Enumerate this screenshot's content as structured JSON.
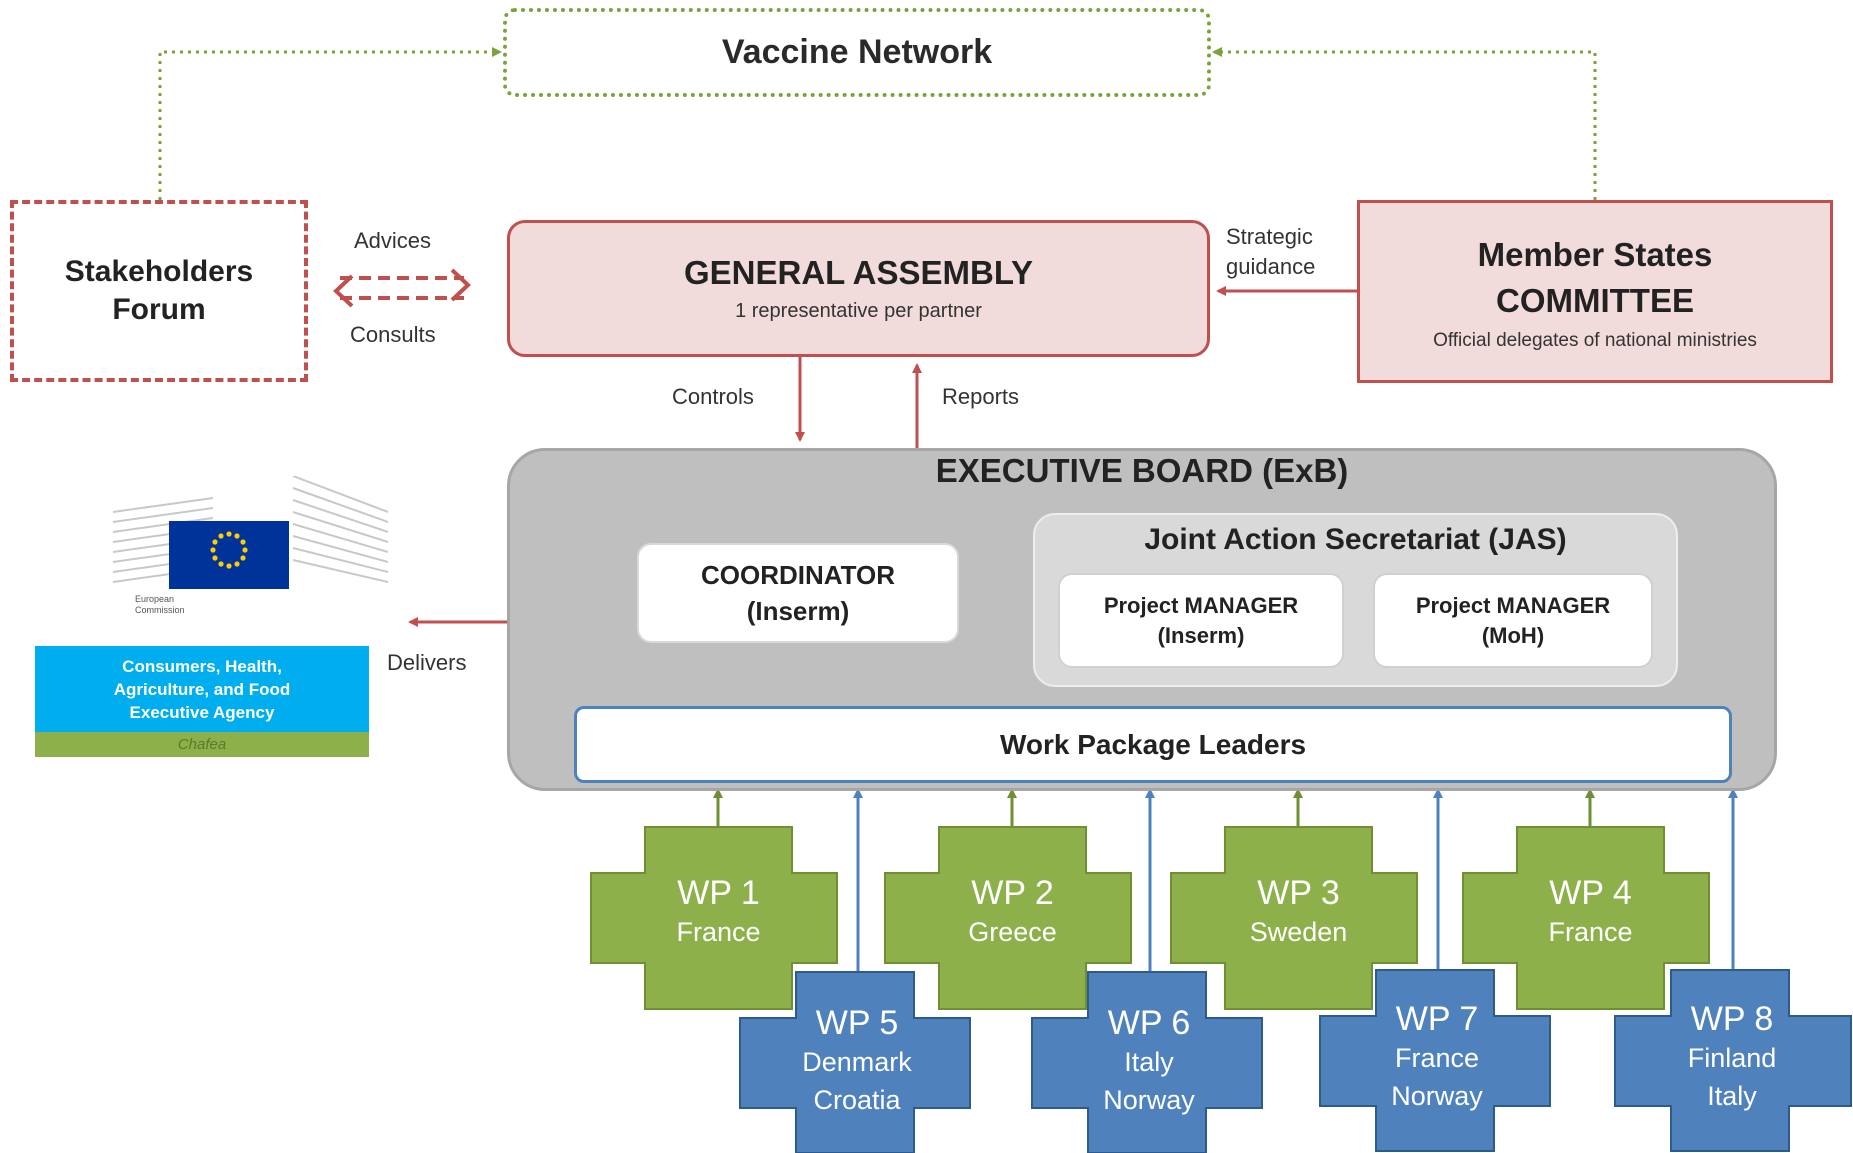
{
  "top": {
    "vaccine_network": "Vaccine Network"
  },
  "stakeholders_forum": {
    "line1": "Stakeholders",
    "line2": "Forum"
  },
  "general_assembly": {
    "title": "GENERAL ASSEMBLY",
    "subtitle": "1 representative per partner"
  },
  "member_states_committee": {
    "line1": "Member States",
    "line2": "COMMITTEE",
    "subtitle": "Official delegates of national ministries"
  },
  "relations": {
    "advices": "Advices",
    "consults": "Consults",
    "strategic_line1": "Strategic",
    "strategic_line2": "guidance",
    "controls": "Controls",
    "reports": "Reports",
    "delivers": "Delivers"
  },
  "executive_board": {
    "title": "EXECUTIVE BOARD (ExB)",
    "coordinator": {
      "line1": "COORDINATOR",
      "line2": "(Inserm)"
    },
    "jas": {
      "title": "Joint Action Secretariat (JAS)",
      "managers": [
        {
          "line1": "Project MANAGER",
          "line2": "(Inserm)"
        },
        {
          "line1": "Project MANAGER",
          "line2": "(MoH)"
        }
      ]
    },
    "wp_leaders": "Work Package Leaders"
  },
  "ec_logo": {
    "small_text_line1": "European",
    "small_text_line2": "Commission",
    "chafea_line1": "Consumers, Health,",
    "chafea_line2": "Agriculture, and Food",
    "chafea_line3": "Executive Agency",
    "chafea_abbrev": "Chafea"
  },
  "work_packages": [
    {
      "number": "WP 1",
      "countries": [
        "France"
      ],
      "color": "#8db04a"
    },
    {
      "number": "WP 2",
      "countries": [
        "Greece"
      ],
      "color": "#8db04a"
    },
    {
      "number": "WP 3",
      "countries": [
        "Sweden"
      ],
      "color": "#8db04a"
    },
    {
      "number": "WP 4",
      "countries": [
        "France"
      ],
      "color": "#8db04a"
    },
    {
      "number": "WP 5",
      "countries": [
        "Denmark",
        "Croatia"
      ],
      "color": "#4f81bd"
    },
    {
      "number": "WP 6",
      "countries": [
        "Italy",
        "Norway"
      ],
      "color": "#4f81bd"
    },
    {
      "number": "WP 7",
      "countries": [
        "France",
        "Norway"
      ],
      "color": "#4f81bd"
    },
    {
      "number": "WP 8",
      "countries": [
        "Finland",
        "Italy"
      ],
      "color": "#4f81bd"
    }
  ],
  "colors": {
    "red": "#c0504d",
    "pink_fill": "#f2dcdb",
    "green": "#8db04a",
    "dotted_green": "#7aa33b",
    "blue": "#4f81bd",
    "blue_border": "#2e5c8a",
    "green_border": "#6e8f34",
    "grey": "#bfbfbf",
    "eu_blue": "#003399",
    "eu_star": "#ffcc00"
  }
}
